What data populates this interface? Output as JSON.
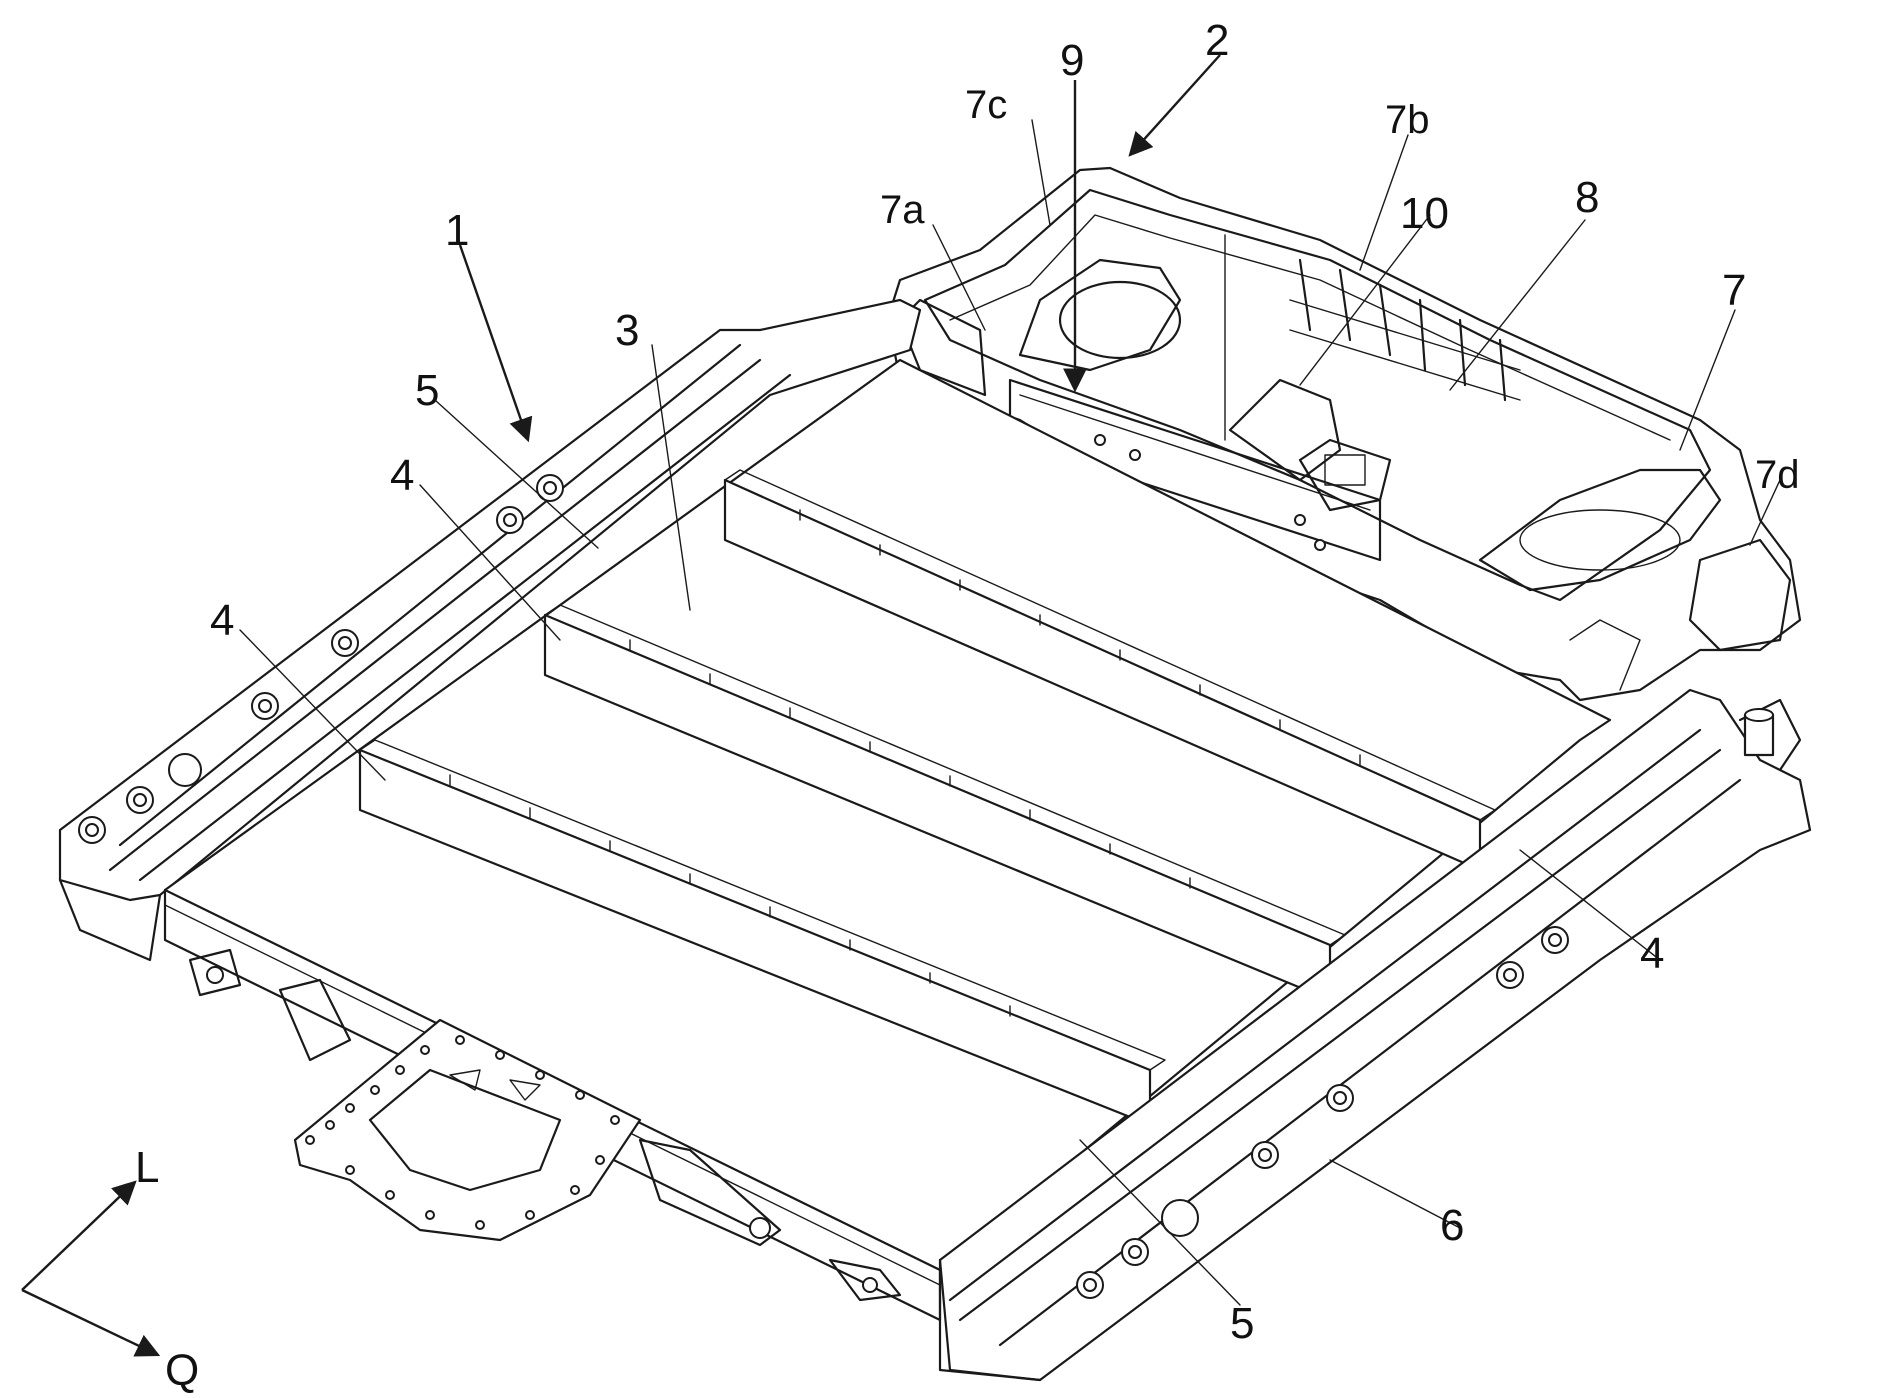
{
  "labels": {
    "l1": "1",
    "l2": "2",
    "l3": "3",
    "l4a": "4",
    "l4b": "4",
    "l4c": "4",
    "l5a": "5",
    "l5b": "5",
    "l6": "6",
    "l7": "7",
    "l7a": "7a",
    "l7b": "7b",
    "l7c": "7c",
    "l7d": "7d",
    "l8": "8",
    "l9": "9",
    "l10": "10"
  },
  "axes": {
    "longitudinal": "L",
    "transverse": "Q"
  }
}
